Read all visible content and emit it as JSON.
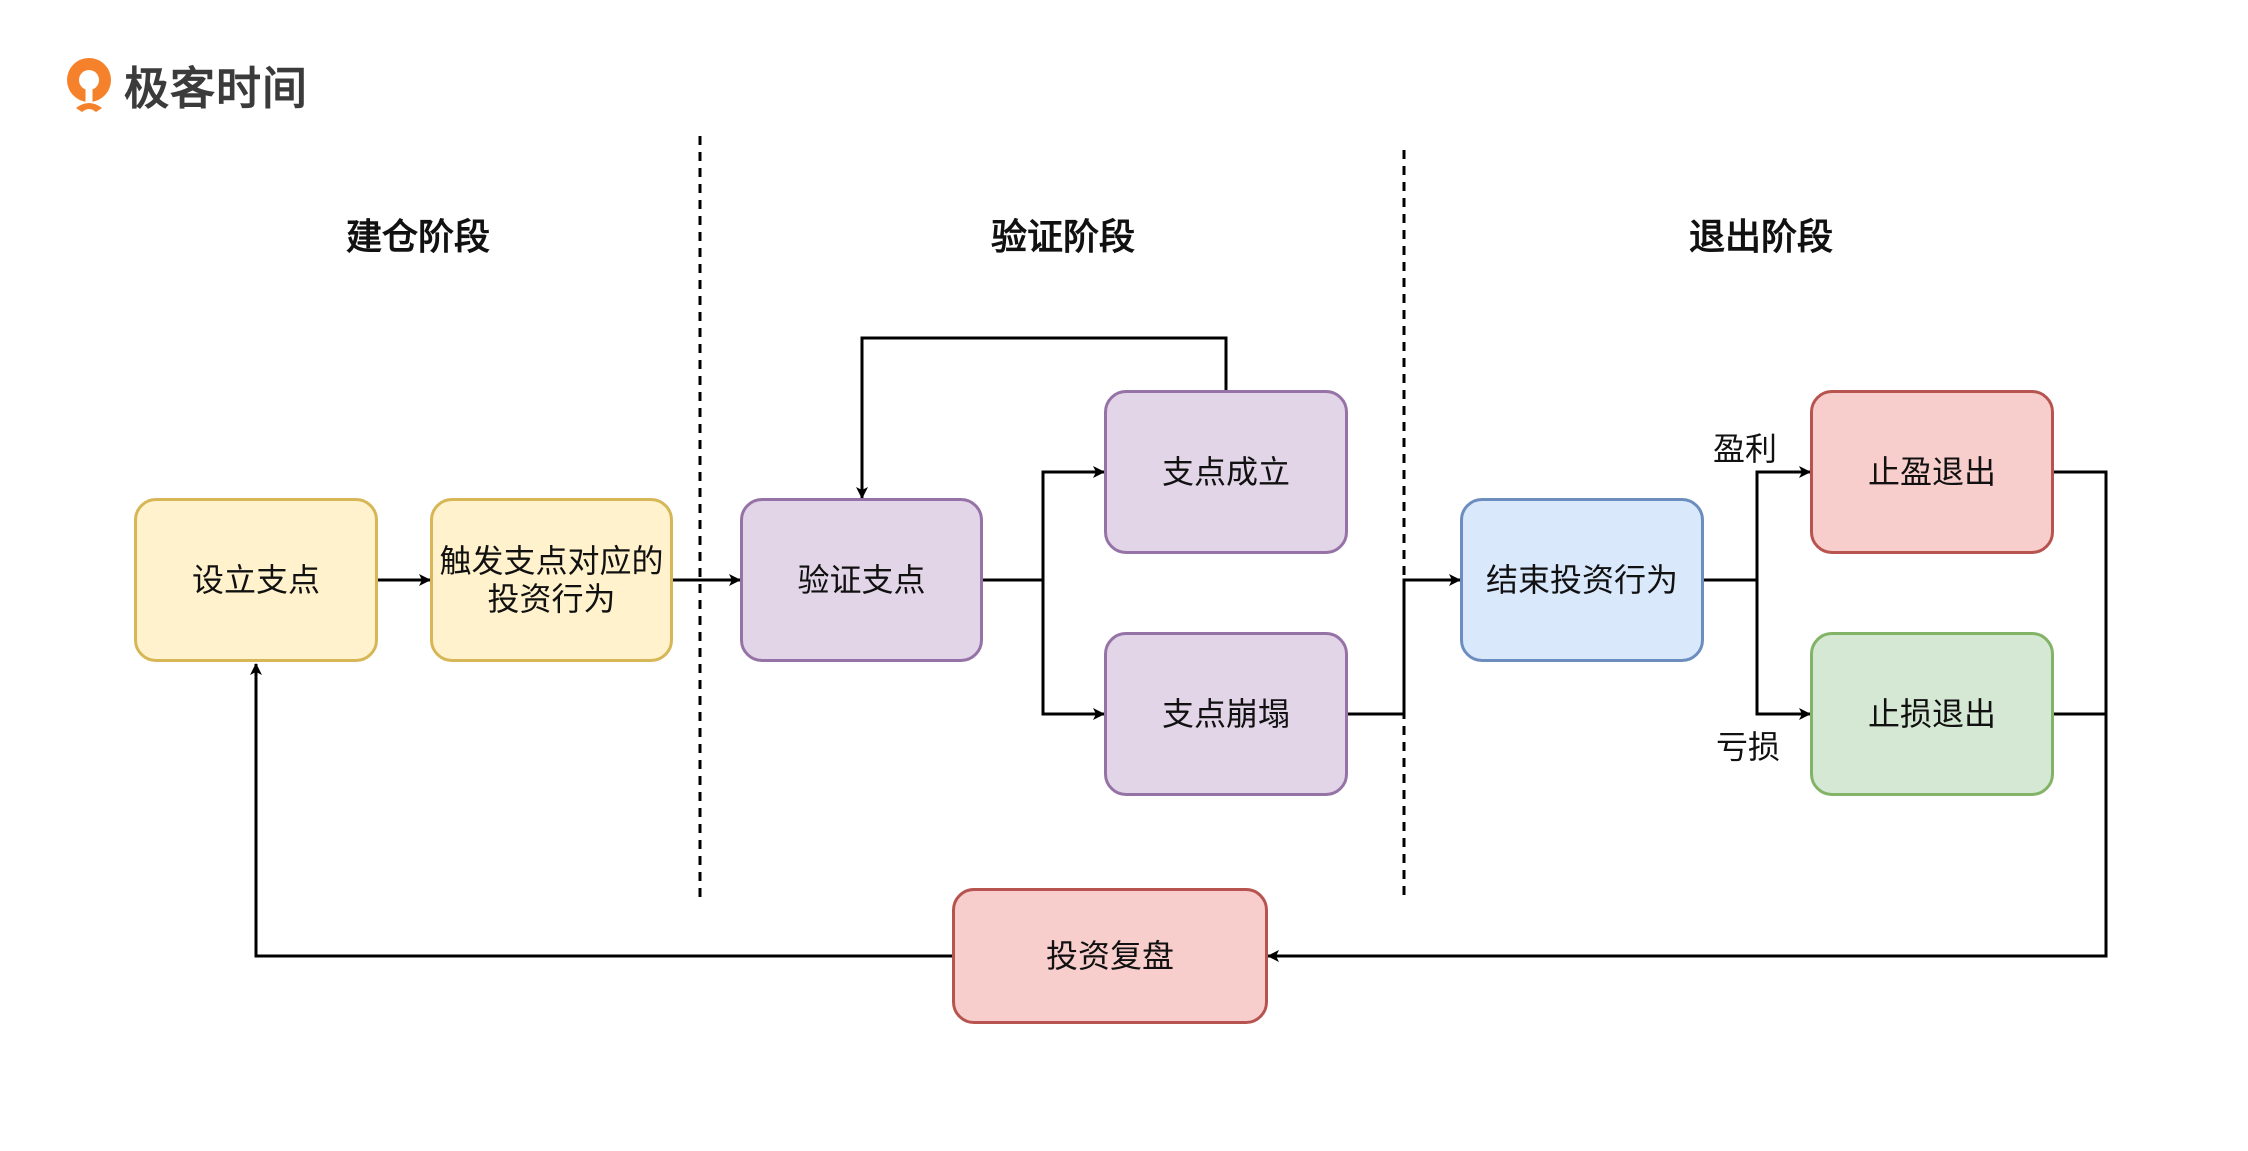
{
  "brand": {
    "name": "极客时间",
    "icon": "geektime-logo-icon",
    "color": "#f5812b"
  },
  "phases": [
    {
      "id": "build",
      "title": "建仓阶段"
    },
    {
      "id": "verify",
      "title": "验证阶段"
    },
    {
      "id": "exit",
      "title": "退出阶段"
    }
  ],
  "nodes": {
    "set_pivot": "设立支点",
    "trigger_action_line1": "触发支点对应的",
    "trigger_action_line2": "投资行为",
    "verify_pivot": "验证支点",
    "pivot_established": "支点成立",
    "pivot_collapsed": "支点崩塌",
    "end_investment": "结束投资行为",
    "take_profit_exit": "止盈退出",
    "stop_loss_exit": "止损退出",
    "investment_review": "投资复盘"
  },
  "edge_labels": {
    "profit": "盈利",
    "loss": "亏损"
  },
  "colors": {
    "yellow_fill": "#fff2cc",
    "yellow_stroke": "#d6b656",
    "purple_fill": "#e1d5e7",
    "purple_stroke": "#9673a6",
    "blue_fill": "#dae8fc",
    "blue_stroke": "#6c8ebf",
    "red_fill": "#f8cecc",
    "red_stroke": "#b85450",
    "green_fill": "#d5e8d4",
    "green_stroke": "#82b366"
  }
}
